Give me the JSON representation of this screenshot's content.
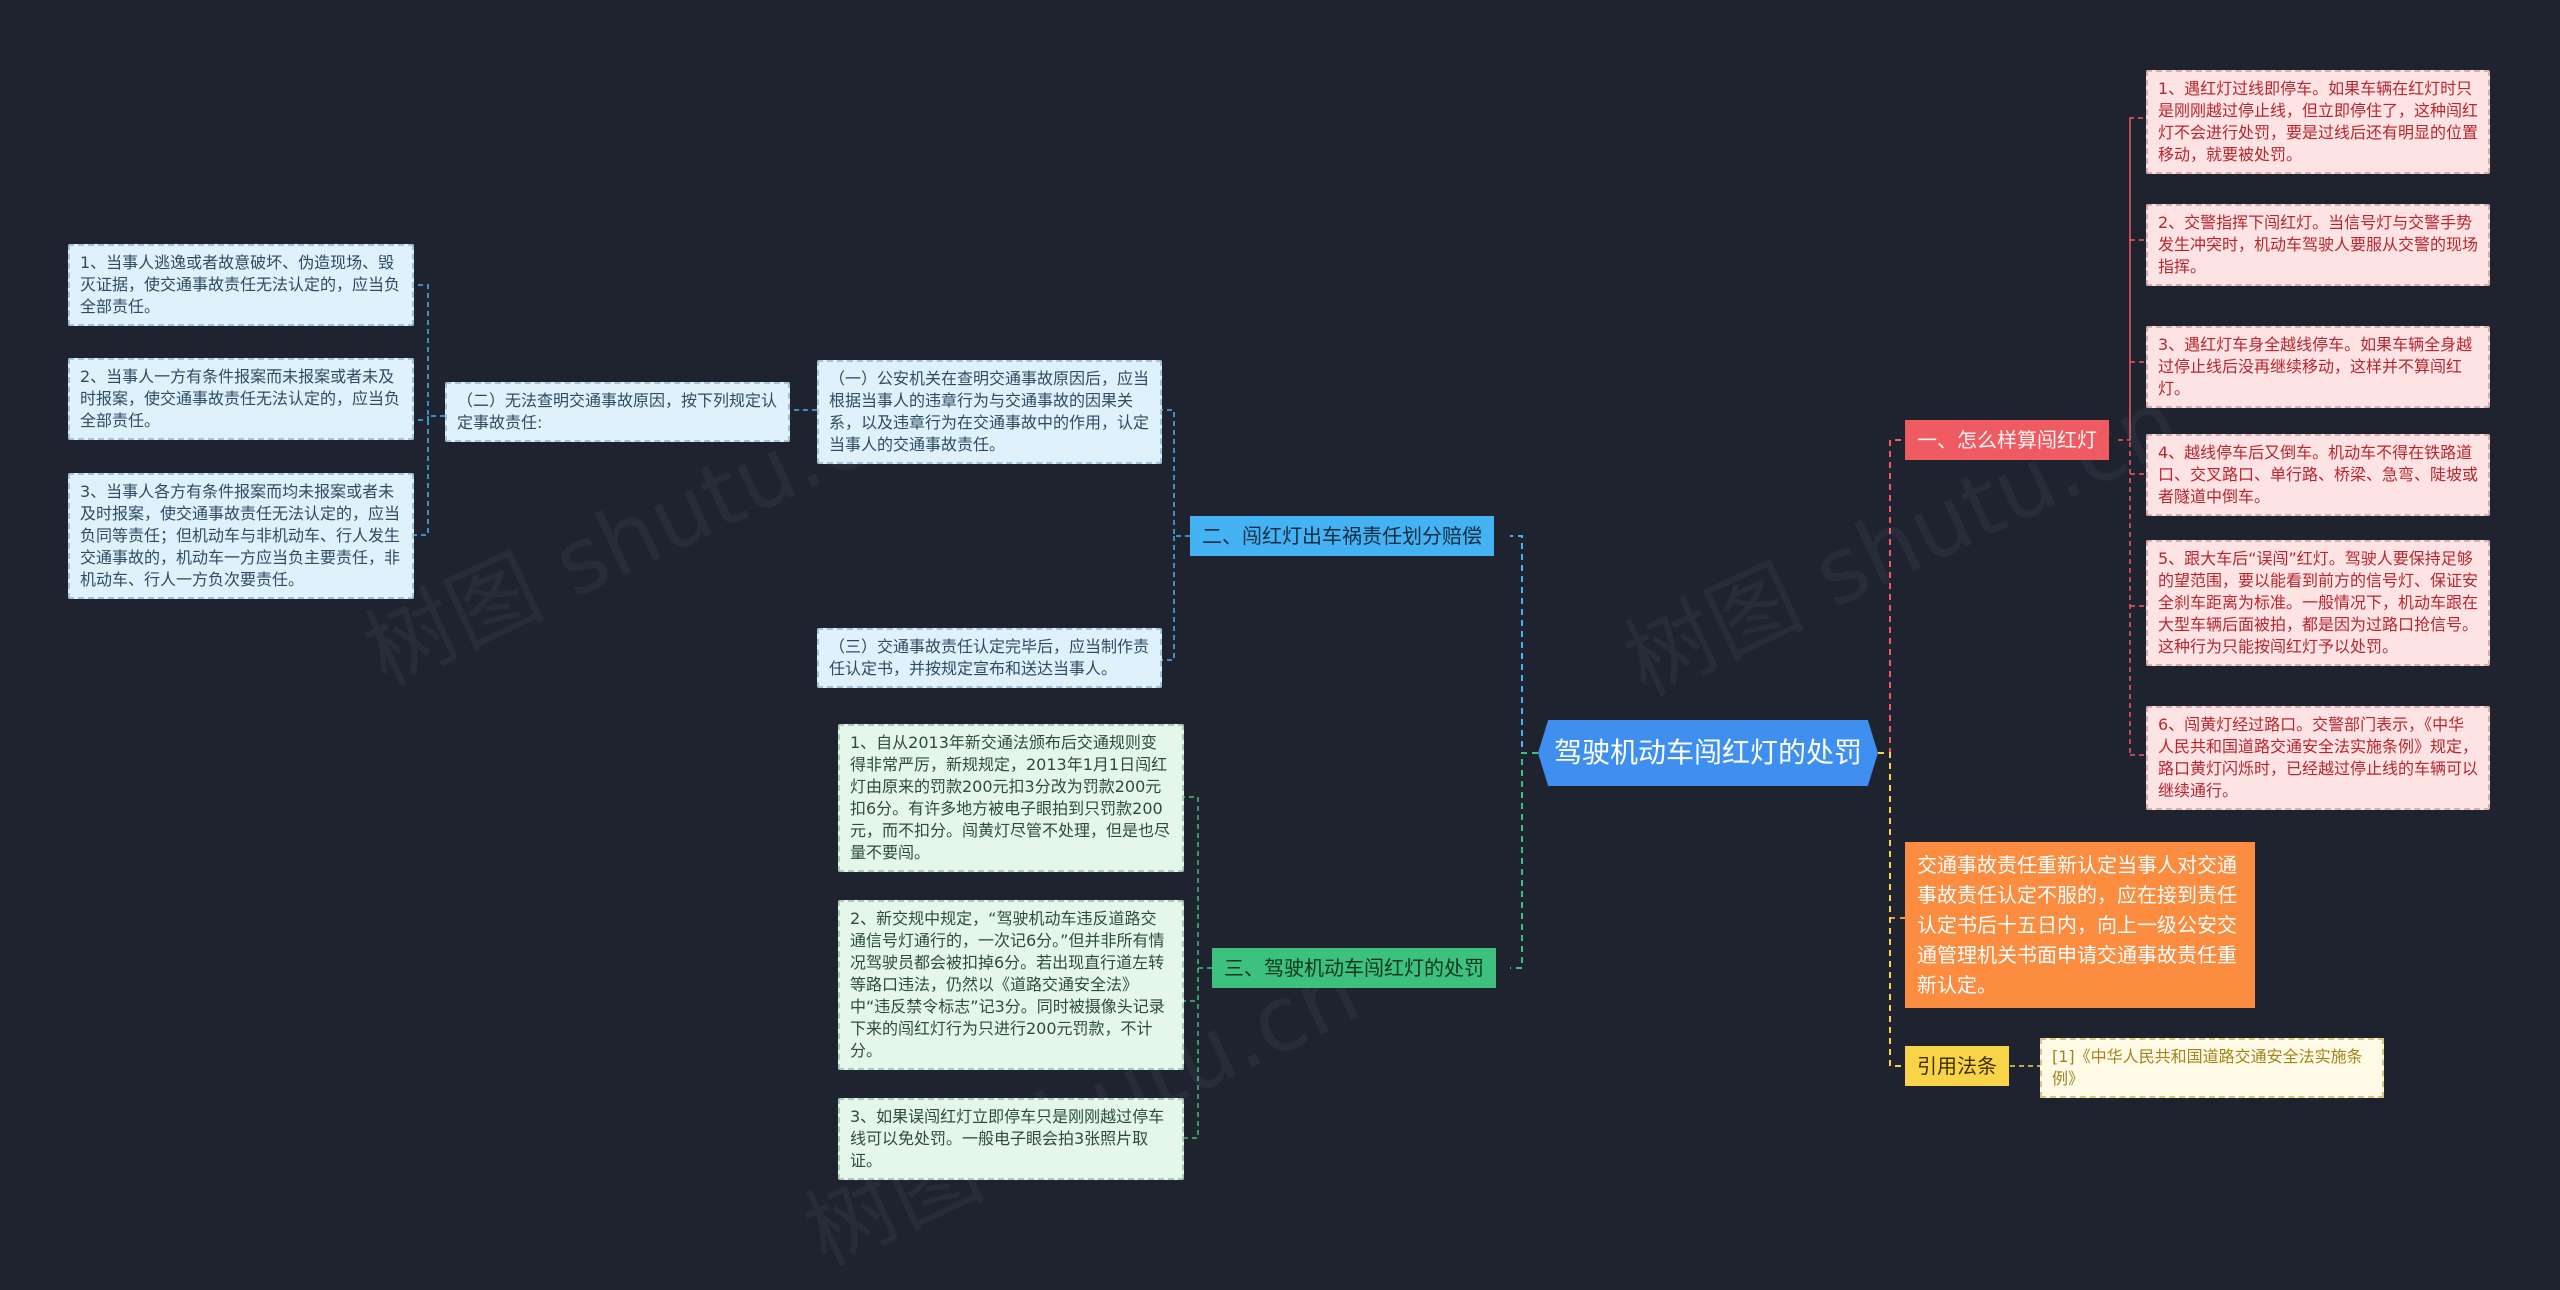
{
  "root": {
    "label": "驾驶机动车闯红灯的处罚"
  },
  "branch1": {
    "label": "一、怎么样算闯红灯",
    "items": [
      "1、遇红灯过线即停车。如果车辆在红灯时只是刚刚越过停止线，但立即停住了，这种闯红灯不会进行处罚，要是过线后还有明显的位置移动，就要被处罚。",
      "2、交警指挥下闯红灯。当信号灯与交警手势发生冲突时，机动车驾驶人要服从交警的现场指挥。",
      "3、遇红灯车身全越线停车。如果车辆全身越过停止线后没再继续移动，这样并不算闯红灯。",
      "4、越线停车后又倒车。机动车不得在铁路道口、交叉路口、单行路、桥梁、急弯、陡坡或者隧道中倒车。",
      "5、跟大车后“误闯”红灯。驾驶人要保持足够的望范围，要以能看到前方的信号灯、保证安全刹车距离为标准。一般情况下，机动车跟在大型车辆后面被拍，都是因为过路口抢信号。这种行为只能按闯红灯予以处罚。",
      "6、闯黄灯经过路口。交警部门表示，《中华人民共和国道路交通安全法实施条例》规定，路口黄灯闪烁时，已经越过停止线的车辆可以继续通行。"
    ]
  },
  "branch2": {
    "label": "二、闯红灯出车祸责任划分赔偿",
    "sub1": "（一）公安机关在查明交通事故原因后，应当根据当事人的违章行为与交通事故的因果关系，以及违章行为在交通事故中的作用，认定当事人的交通事故责任。",
    "sub2": {
      "label": "（二）无法查明交通事故原因，按下列规定认定事故责任:",
      "items": [
        "1、当事人逃逸或者故意破坏、伪造现场、毁灭证据，使交通事故责任无法认定的，应当负全部责任。",
        "2、当事人一方有条件报案而未报案或者未及时报案，使交通事故责任无法认定的，应当负全部责任。",
        "3、当事人各方有条件报案而均未报案或者未及时报案，使交通事故责任无法认定的，应当负同等责任；但机动车与非机动车、行人发生交通事故的，机动车一方应当负主要责任，非机动车、行人一方负次要责任。"
      ]
    },
    "sub3": "（三）交通事故责任认定完毕后，应当制作责任认定书，并按规定宣布和送达当事人。"
  },
  "branch3": {
    "label": "三、驾驶机动车闯红灯的处罚",
    "items": [
      "1、自从2013年新交通法颁布后交通规则变得非常严厉，新规规定，2013年1月1日闯红灯由原来的罚款200元扣3分改为罚款200元扣6分。有许多地方被电子眼拍到只罚款200元，而不扣分。闯黄灯尽管不处理，但是也尽量不要闯。",
      "2、新交规中规定，“驾驶机动车违反道路交通信号灯通行的，一次记6分。”但并非所有情况驾驶员都会被扣掉6分。若出现直行道左转等路口违法，仍然以《道路交通安全法》中“违反禁令标志”记3分。同时被摄像头记录下来的闯红灯行为只进行200元罚款，不计分。",
      "3、如果误闯红灯立即停车只是刚刚越过停车线可以免处罚。一般电子眼会拍3张照片取证。"
    ]
  },
  "branch4": {
    "label": "交通事故责任重新认定当事人对交通事故责任认定不服的，应在接到责任认定书后十五日内，向上一级公安交通管理机关书面申请交通事故责任重新认定。"
  },
  "branch5": {
    "label": "引用法条",
    "item": "[1]《中华人民共和国道路交通安全法实施条例》"
  },
  "watermarks": [
    "树图 shutu.cn",
    "树图 shutu.cn",
    "树图 shutu.cn"
  ],
  "colors": {
    "background": "#1f2330",
    "root": "#3f8ff0",
    "red": "#ef5b61",
    "blue": "#45b3f3",
    "green": "#3cc27e",
    "orange": "#fb8c40",
    "yellow": "#f9d348"
  }
}
